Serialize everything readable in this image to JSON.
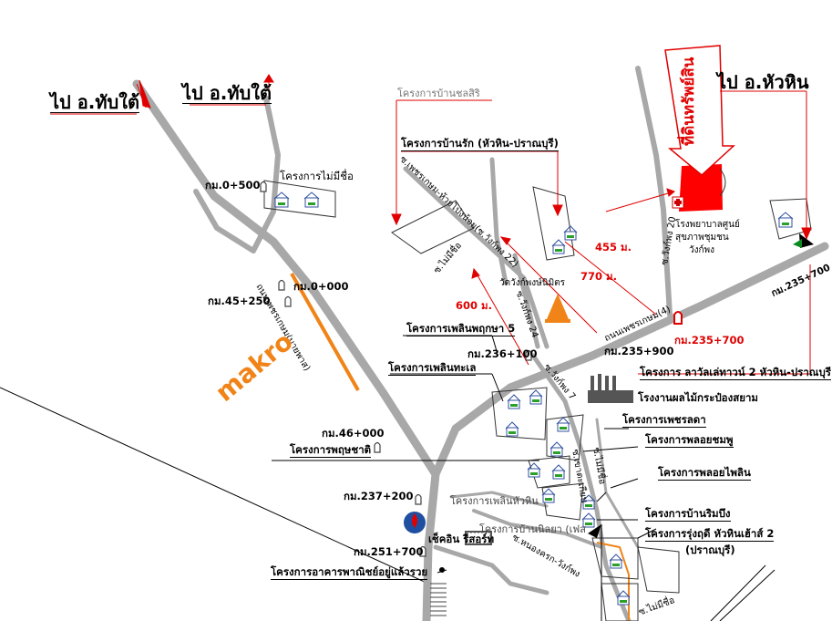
{
  "labels": {
    "to_thap_tai_1": "ไป อ.ทับใต้",
    "to_thap_tai_2": "ไป อ.ทับใต้",
    "to_hua_hin": "ไป อ.หัวหิน",
    "land_vertical": "ที่ดินทรัพย์สิน",
    "unnamed_project": "โครงการไม่มีชื่อ",
    "chon_siri": "โครงการบ้านชลสิริ",
    "baan_rak": "โครงการบ้านรัก (หัวหิน-ปราณบุรี)",
    "hospital": "โรงพยาบาลศูนย์",
    "hospital_2": "สุขภาพชุมชน",
    "hospital_3": "วังก์พง",
    "soi_wangpong_20": "ซ.วังก์พง 20",
    "soi_phetkasem_huai": "ซ.เพชรเกษม-ห้วยโป่งน้อย(ซ.วังก์พง 22)",
    "soi_no_name_1": "ซ.ไม่มีชื่อ",
    "wat": "วัดวังก์พงษ์นิมิตร",
    "soi_wangpong_24": "ซ.วังก์พง 24",
    "soi_wangpong_7": "ซ.วังก์พง 7",
    "phetkasem_road": "ถนนเพชรเกษม(4)",
    "phetkasem_old": "ถนนเพชรเกษม(บายพาส)",
    "km_0_500": "กม.0+500",
    "km_0_000": "กม.0+000",
    "km_45_250": "กม.45+250",
    "km_46_000": "กม.46+000",
    "km_236_100": "กม.236+100",
    "km_235_900": "กม.235+900",
    "km_235_700a": "กม.235+700",
    "km_235_700b": "กม.235+700",
    "km_237_200": "กม.237+200",
    "km_251_700": "กม.251+700",
    "dist_455": "455 ม.",
    "dist_770": "770 ม.",
    "dist_600": "600 ม.",
    "phloen_phruksa": "โครงการเพลินพฤกษา 5",
    "phloen_thale": "โครงการเพลินทะเล",
    "lavalette": "โครงการ ลาวัลเล่ทาวน์ 2 หัวหิน-ปราณบุรี",
    "pineapple": "โรงงานผลไม้กระป๋องสยาม",
    "phet_lada": "โครงการเพชรลดา",
    "ploy_chomphu": "โครงการพลอยชมพู",
    "ploy_phloen": "โครงการพลอยไพลิน",
    "phruksa_chat": "โครงการพฤษชาติ",
    "phloen_hua_hin": "โครงการเพลินหัวหิน",
    "baan_niya": "โครงการบ้านนิลยา (เฟส",
    "baan_rim_bueng": "โครงการบ้านริมบึง",
    "rungruedi": "โครงการรุ่งฤดี หัวหินเฮ้าส์ 2",
    "rungruedi_2": "(ปราณบุรี)",
    "soi_no_name_2": "ซ.ไม่มีชื่อ",
    "soi_no_name_3": "ซ.ไม่มีชื่อ",
    "soi_nong_khrang": "ซ.หนองครก-วังก์พง",
    "soi_khao_tao": "ซ.เขาตะเกียบ",
    "mall_name": "เช็คอิน รีสอร์ท",
    "commercial": "โครงการอาคารพาณิชย์อยู่แล้วรวย",
    "makro": "makro"
  },
  "colors": {
    "road": "#a8a8a8",
    "red": "#e00000",
    "land": "#ff0000",
    "makro_orange": "#f08418",
    "orange_road": "#f08418"
  },
  "icons": [
    "house-icon",
    "km-marker-icon",
    "temple-icon",
    "factory-icon",
    "hospital-icon",
    "gas-station-icon",
    "north-arrow-icon"
  ]
}
